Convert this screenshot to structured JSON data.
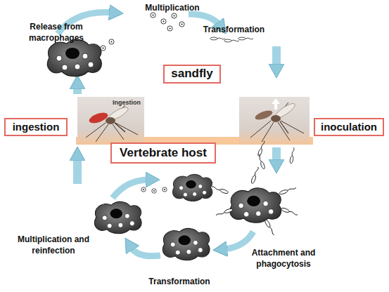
{
  "diagram": {
    "nodes": [
      {
        "text": [
          "sandfly"
        ]
      },
      {
        "text": [
          "ingestion"
        ]
      },
      {
        "text": [
          "inoculation"
        ]
      },
      {
        "text": [
          "Vertebrate host"
        ]
      }
    ],
    "labels": [
      "Multiplication",
      "Release from macrophages",
      "Transformation",
      "Ingestion",
      "Multiplication and reinfection",
      "Attachment and phagocytosis",
      "Transformation"
    ]
  }
}
